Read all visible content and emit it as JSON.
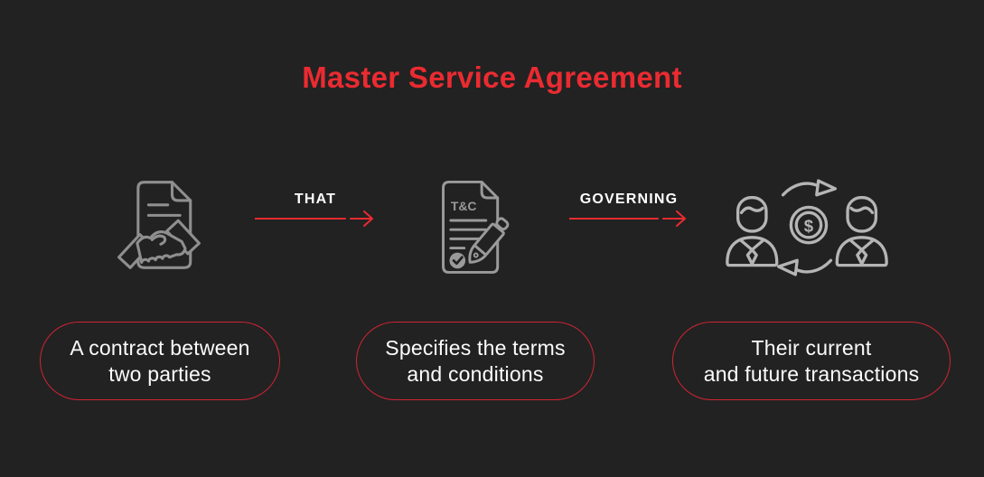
{
  "title": "Master Service Agreement",
  "colors": {
    "background": "#222222",
    "accent_red": "#ea2b31",
    "pill_border_red": "#cf2433",
    "icon_gray_contract": "#8f8f8f",
    "icon_gray_terms": "#9a9a9a",
    "icon_gray_transactions": "#b5b5b5",
    "text_white": "#fbfbfb"
  },
  "flow": {
    "connectors": [
      {
        "label": "THAT"
      },
      {
        "label": "GOVERNING"
      }
    ],
    "steps": [
      {
        "icon": "contract-handshake-icon",
        "caption_line1": "A contract between",
        "caption_line2": "two parties"
      },
      {
        "icon": "terms-and-conditions-icon",
        "icon_text": "T&C",
        "caption_line1": "Specifies the terms",
        "caption_line2": "and conditions"
      },
      {
        "icon": "transactions-cycle-icon",
        "icon_text": "$",
        "caption_line1": "Their current",
        "caption_line2": "and future transactions"
      }
    ]
  }
}
